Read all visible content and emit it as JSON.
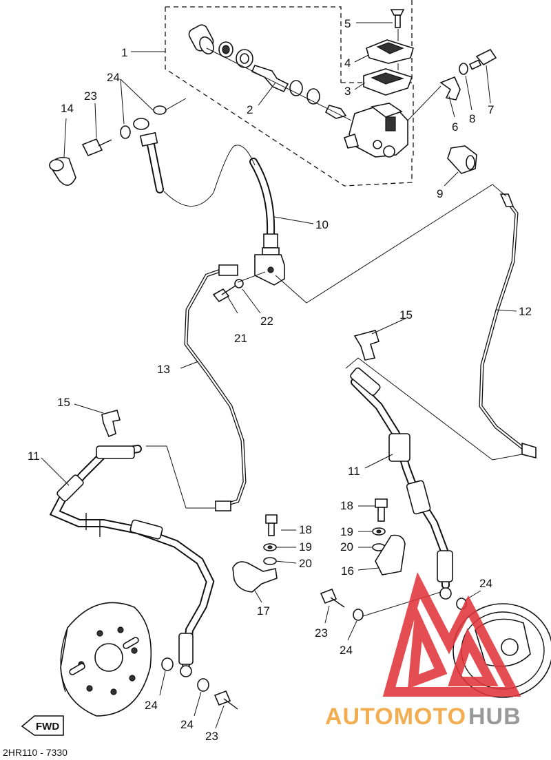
{
  "labels": {
    "l1": "1",
    "l2": "2",
    "l3": "3",
    "l4": "4",
    "l5": "5",
    "l6": "6",
    "l7": "7",
    "l8": "8",
    "l9": "9",
    "l10": "10",
    "l11a": "11",
    "l11b": "11",
    "l12": "12",
    "l13": "13",
    "l14": "14",
    "l15a": "15",
    "l15b": "15",
    "l16": "16",
    "l17": "17",
    "l18a": "18",
    "l18b": "18",
    "l19a": "19",
    "l19b": "19",
    "l20a": "20",
    "l20b": "20",
    "l21": "21",
    "l22": "22",
    "l23a": "23",
    "l23b": "23",
    "l23c": "23",
    "l24a": "24",
    "l24b": "24",
    "l24c": "24",
    "l24d": "24",
    "l24e": "24"
  },
  "diagram_code": "2HR110 - 7330",
  "fwd_marker": "FWD",
  "watermark": {
    "text_orange": "AUTOMOTO",
    "text_grey": "HUB",
    "color_red": "#e0343a",
    "color_orange": "#f2a23a",
    "color_grey": "#8c8c8c"
  }
}
